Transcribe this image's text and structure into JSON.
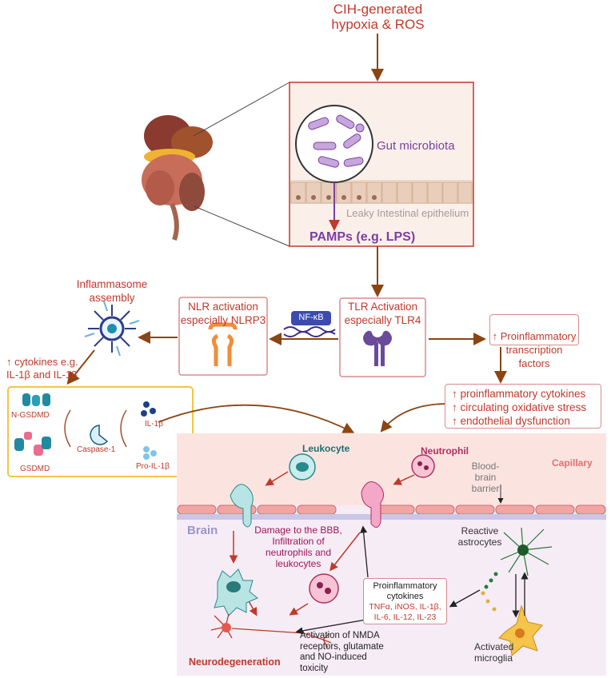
{
  "top": {
    "trigger": "CIH-generated\nhypoxia & ROS"
  },
  "gut": {
    "microbiota": "Gut microbiota",
    "epithelium": "Leaky Intestinal epithelium",
    "pamps": "PAMPs (e.g. LPS)"
  },
  "tlr": {
    "label": "TLR Activation\nespecially TLR4",
    "nfkb": "NF-κB"
  },
  "nlr": {
    "label": "NLR activation\nespecially NLRP3"
  },
  "inflammasome": {
    "label": "Inflammasome\nassembly"
  },
  "transcription": {
    "label": "↑ Proinflammatory\ntranscription factors"
  },
  "cytokines_top": {
    "label": "↑ cytokines  e.g.\nIL-1β and IL-18"
  },
  "caspase_box": {
    "n_gsdmd": "N-GSDMD",
    "gsdmd": "GSDMD",
    "caspase": "Caspase-1",
    "il1b": "IL-1β",
    "pro_il1b": "Pro-IL-1β"
  },
  "systemic": {
    "line1": "↑ proinflammatory cytokines",
    "line2": "↑ circulating oxidative stress",
    "line3": "↑ endothelial dysfunction"
  },
  "brain": {
    "leukocyte": "Leukocyte",
    "neutrophil": "Neutrophil",
    "capillary": "Capillary",
    "bbb": "Blood-\nbrain\nbarrier",
    "brain": "Brain",
    "damage": "Damage to the BBB,\nInfiltration of\nneutrophils and\nleukocytes",
    "reactive_astro": "Reactive\nastrocytes",
    "cytokines_title": "Proinflammatory\ncytokines",
    "cytokines_list": "TNFα, iNOS, IL-1β,\nIL-6, IL-12, IL-23",
    "nmda": "Activation of NMDA\nreceptors, glutamate\nand NO-induced\ntoxicity",
    "microglia": "Activated\nmicroglia",
    "neurodegeneration": "Neurodegeneration"
  },
  "colors": {
    "red_text": "#c0392b",
    "arrow": "#8b4513",
    "purple": "#7b3fa0",
    "teal": "#1f6e6e",
    "box_border": "#d98c8c",
    "yellow_border": "#f4c542"
  }
}
